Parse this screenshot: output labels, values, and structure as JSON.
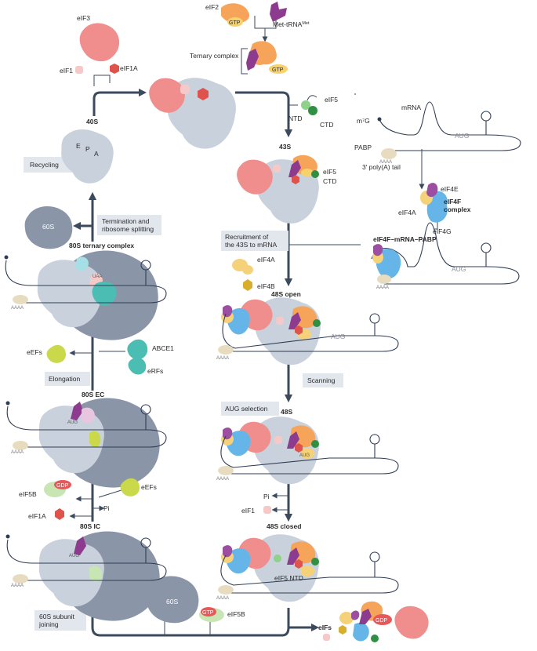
{
  "labels": {
    "eif2": "eIF2",
    "met_trna": "Met-tRNA",
    "met_trna_sup": "Met",
    "gtp": "GTP",
    "ternary_complex": "Ternary complex",
    "eif3": "eIF3",
    "eif1": "eIF1",
    "eif1a": "eIF1A",
    "s40": "40S",
    "site_e": "E",
    "site_p": "P",
    "site_a": "A",
    "eif5": "eIF5",
    "ntd": "NTD",
    "ctd": "CTD",
    "s43": "43S",
    "m7g": "m⁷G",
    "mrna": "mRNA",
    "aug": "AUG",
    "pabp": "PABP",
    "aaaa": "AAAA",
    "polya": "3′ poly(A) tail",
    "eif4e": "eIF4E",
    "eif4a": "eIF4A",
    "eif4g": "eIF4G",
    "eif4f_complex": "eIF4F\ncomplex",
    "eif4f_mrna_pabp": "eIF4F–mRNA–PABP",
    "eif4b": "eIF4B",
    "s48_open": "48S open",
    "s48": "48S",
    "s48_closed": "48S closed",
    "eif5_ntd": "eIF5 NTD",
    "pi": "Pi",
    "eifs": "eIFs",
    "s60": "60S",
    "eif5b": "eIF5B",
    "gdp": "GDP",
    "eefs": "eEFs",
    "abce1": "ABCE1",
    "erfs": "eRFs",
    "s80_ic": "80S IC",
    "s80_ec": "80S EC",
    "s80_ternary": "80S ternary complex",
    "uaa": "UAA"
  },
  "steps": {
    "recycling": "Recycling",
    "termination": "Termination and\nribosome splitting",
    "recruitment": "Recruitment of\nthe 43S to mRNA",
    "elongation": "Elongation",
    "scanning": "Scanning",
    "aug_selection": "AUG selection",
    "subunit_joining": "60S subunit\njoining"
  },
  "colors": {
    "small_subunit": "#c9d1dc",
    "large_subunit": "#8b95a8",
    "eif3": "#f08d8d",
    "eif2": "#f5a45a",
    "gtp": "#f7d16b",
    "trna": "#8d3b8f",
    "eif1": "#f6c9c9",
    "eif1a": "#e0524c",
    "eif5": "#2f8f43",
    "eif4e": "#9c4fa0",
    "eif4g": "#66b5e8",
    "eif4a": "#f5d27a",
    "eif4b": "#d9ae2c",
    "pabp": "#e7dcc0",
    "eif5b": "#c8e6b4",
    "gdp": "#e85858",
    "eefs": "#c9d949",
    "rf": "#4cbdb3",
    "arrow": "#3c4a5e",
    "step_label_bg": "#e2e7ee"
  }
}
